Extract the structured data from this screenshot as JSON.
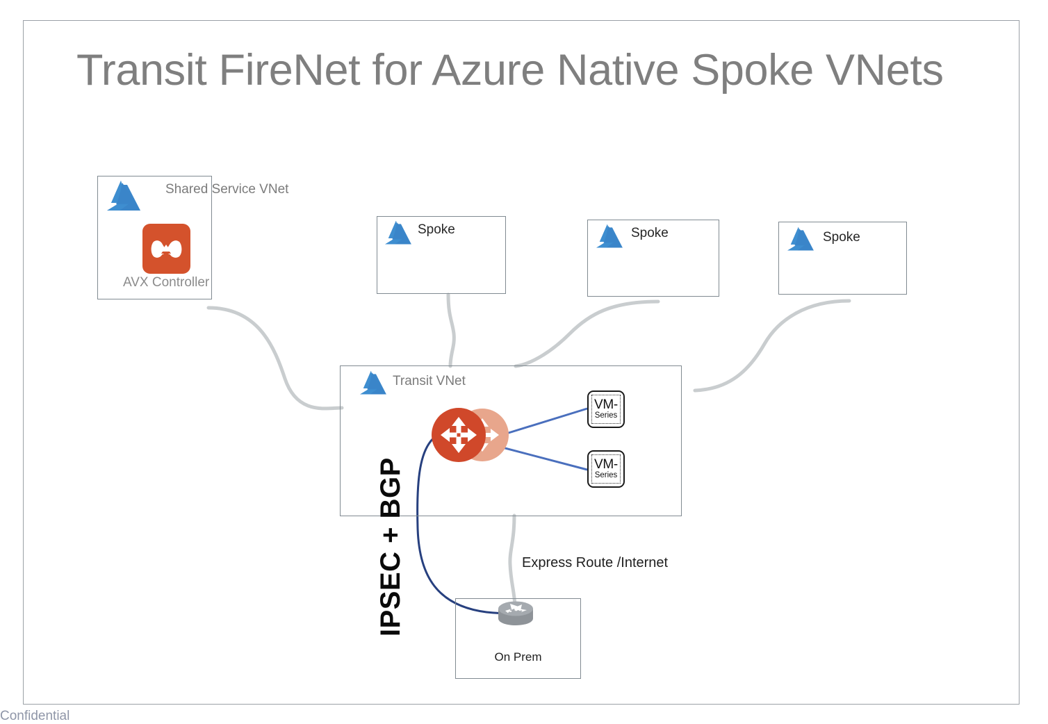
{
  "slide": {
    "title": "Transit FireNet for Azure Native Spoke VNets",
    "footer": "Confidential"
  },
  "colors": {
    "title_gray": "#7f7f7f",
    "box_border": "#808a91",
    "azure_blue_dark": "#2f76bc",
    "azure_blue_light": "#4a93d9",
    "aviatrix_orange": "#d4522c",
    "gateway_front": "#d0482a",
    "gateway_back": "#e8a68c",
    "connector_gray": "#c9cdcf",
    "ipsec_navy": "#27407f",
    "appliance_blue": "#4a6fbd",
    "router_gray": "#9a9fa4",
    "footer_blue_gray": "#8f96a8"
  },
  "boxes": {
    "shared_service": {
      "label": "Shared Service VNet",
      "icon": "azure-logo-icon",
      "controller": {
        "caption": "AVX Controller",
        "icon": "aviatrix-logo-icon"
      }
    },
    "spokes": [
      {
        "label": "Spoke",
        "icon": "azure-logo-icon"
      },
      {
        "label": "Spoke",
        "icon": "azure-logo-icon"
      },
      {
        "label": "Spoke",
        "icon": "azure-logo-icon"
      }
    ],
    "transit": {
      "label": "Transit VNet",
      "icon": "azure-logo-icon",
      "gateways": {
        "icon": "router-four-way-arrows-icon",
        "count": 2
      },
      "appliances": [
        {
          "line1": "VM-",
          "line2": "Series"
        },
        {
          "line1": "VM-",
          "line2": "Series"
        }
      ]
    },
    "on_prem": {
      "label": "On Prem",
      "icon": "router-cylinder-icon"
    }
  },
  "edge_labels": {
    "ipsec_bgp": "IPSEC + BGP",
    "express_route": "Express Route /Internet"
  }
}
